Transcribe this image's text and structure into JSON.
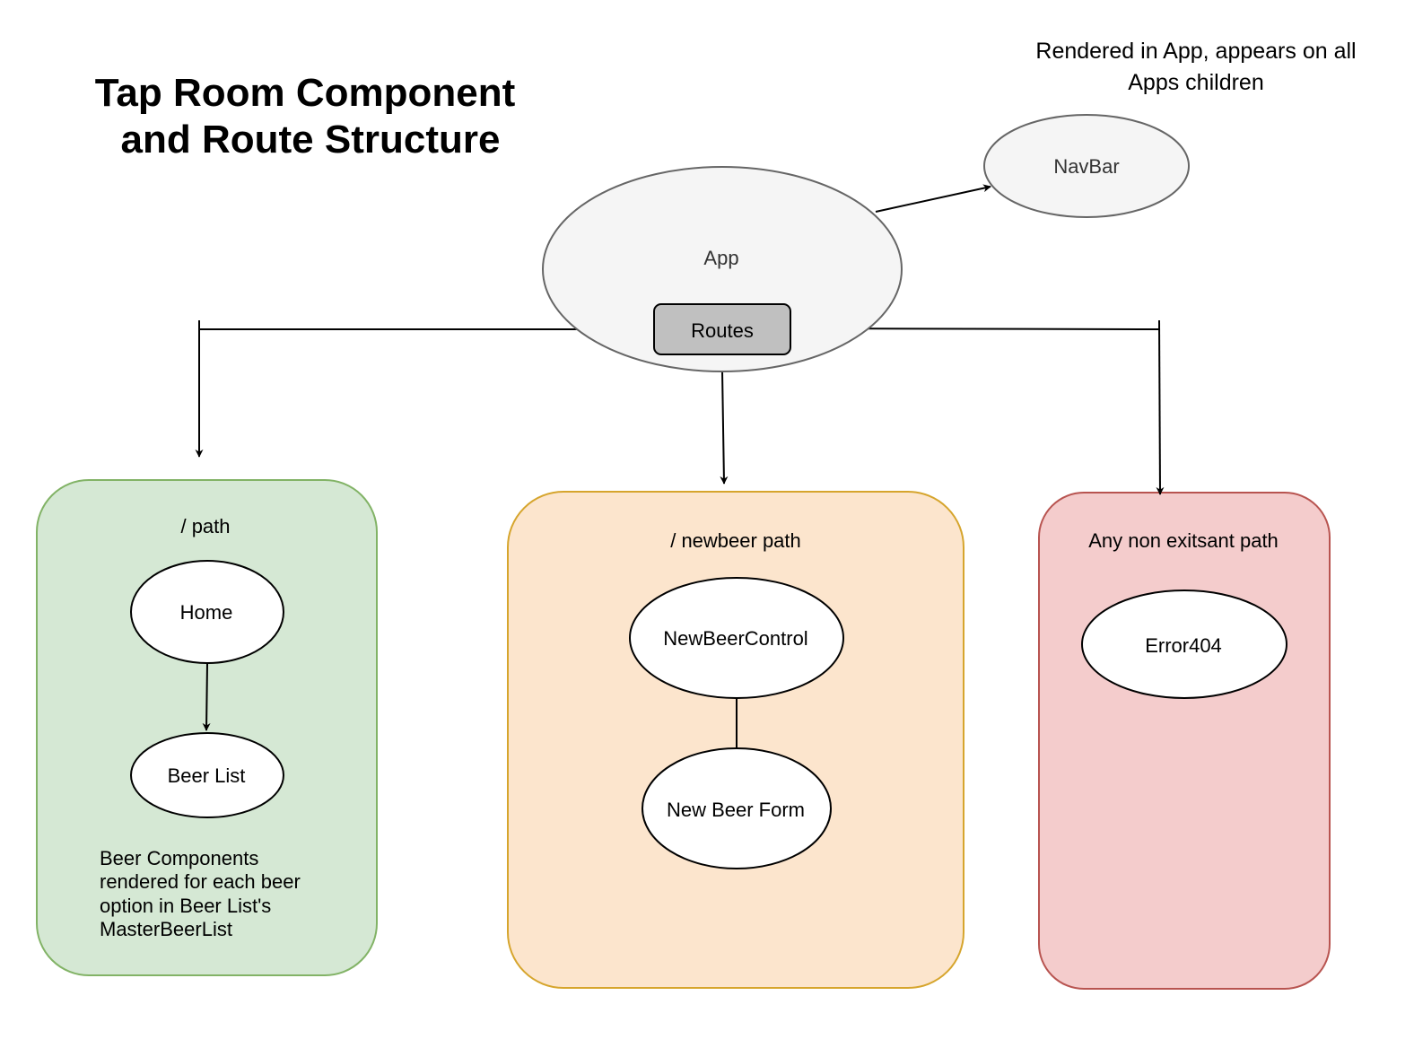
{
  "title": {
    "line1": "Tap Room Component",
    "line2": "and Route Structure"
  },
  "navbar_note": {
    "line1": "Rendered in App, appears on all",
    "line2": "Apps children"
  },
  "nodes": {
    "app": "App",
    "routes": "Routes",
    "navbar": "NavBar",
    "home": "Home",
    "beer_list": "Beer List",
    "new_beer_control": "NewBeerControl",
    "new_beer_form": "New Beer Form",
    "error404": "Error404"
  },
  "groups": {
    "root_path": {
      "label": "/ path",
      "note": [
        "Beer Components",
        "rendered for each beer",
        "option in Beer List's",
        "MasterBeerList"
      ],
      "fill": "#d5e8d4",
      "stroke": "#82b366"
    },
    "newbeer_path": {
      "label": "/ newbeer path",
      "fill": "#fce5cd",
      "stroke": "#d6a52d"
    },
    "nonexistent_path": {
      "label": "Any non exitsant path",
      "fill": "#f4cccc",
      "stroke": "#b85450"
    }
  },
  "colors": {
    "app_fill": "#f5f5f5",
    "routes_fill": "#c0c0c0",
    "edge": "#000000"
  }
}
